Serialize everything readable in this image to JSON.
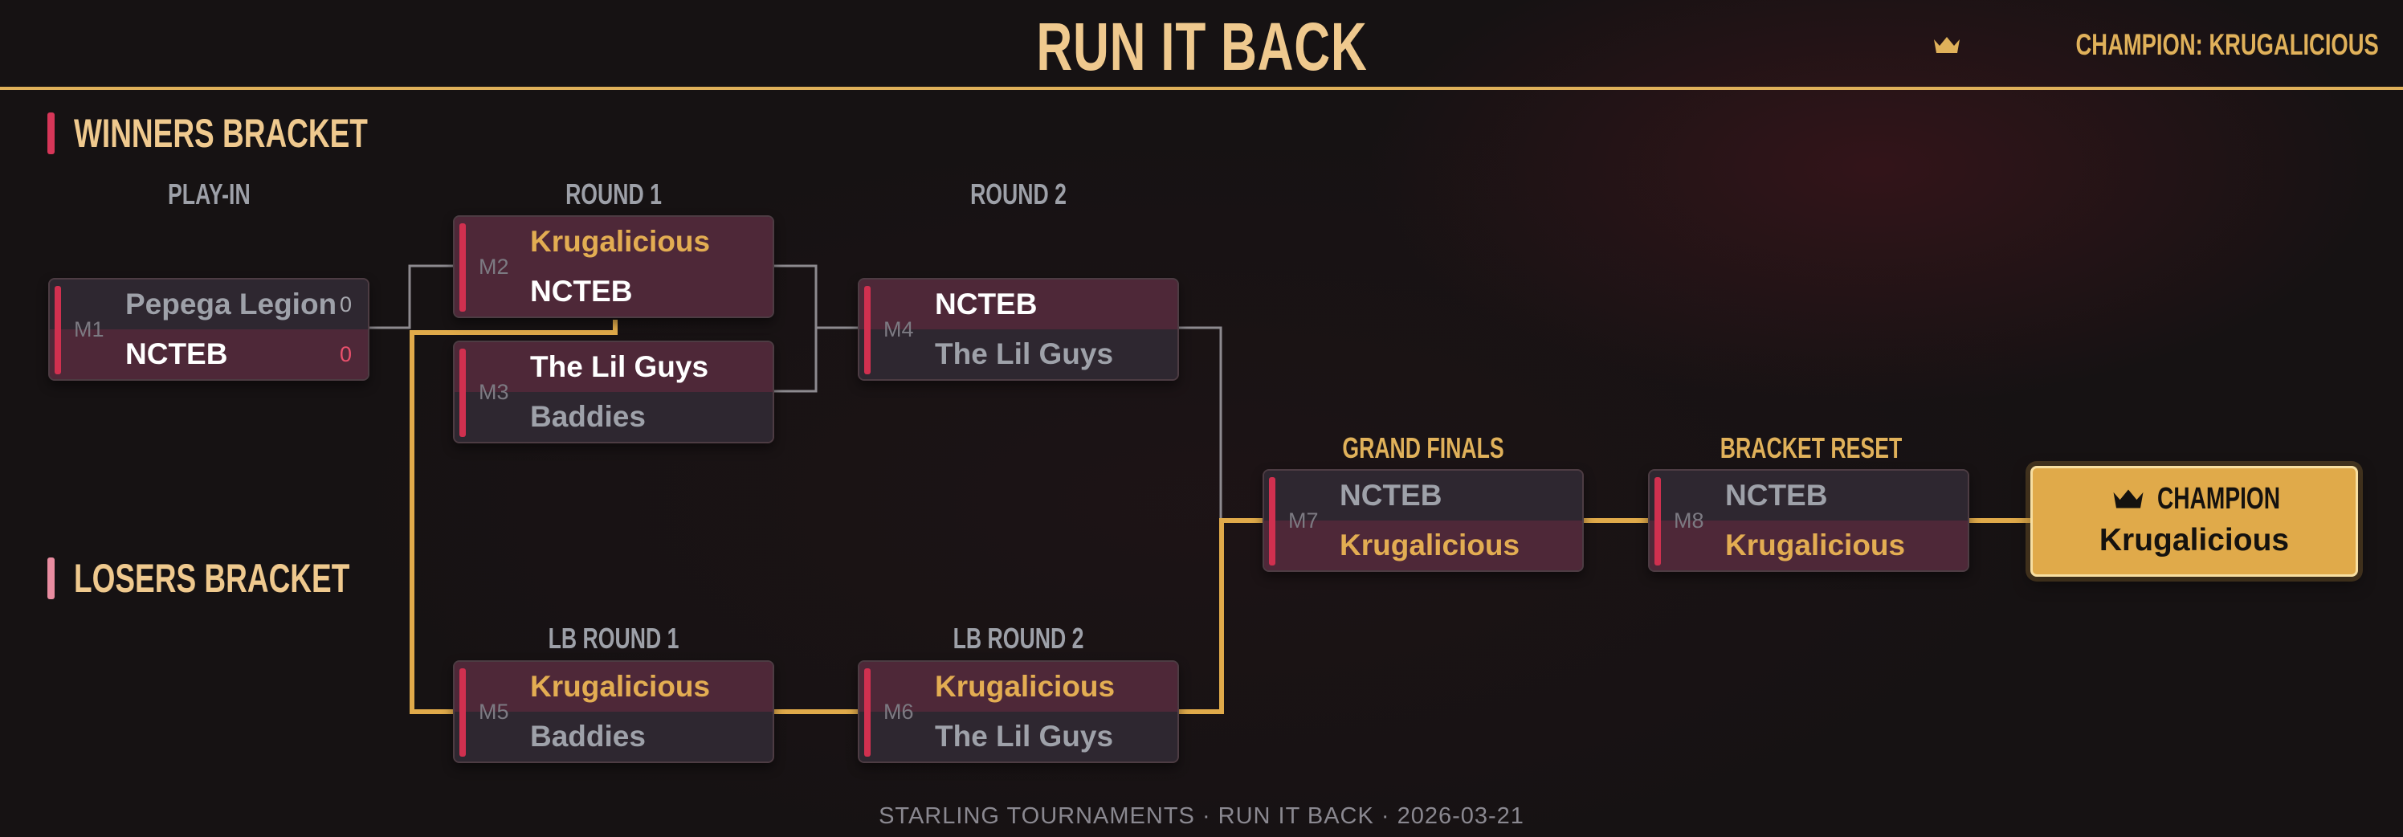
{
  "title": "RUN IT BACK",
  "champion_banner": {
    "icon": "crown-icon",
    "text": "CHAMPION: KRUGALICIOUS"
  },
  "sections": {
    "winners": "WINNERS BRACKET",
    "losers": "LOSERS BRACKET"
  },
  "rounds": {
    "play_in": "PLAY-IN",
    "round1": "ROUND 1",
    "round2": "ROUND 2",
    "lb_round1": "LB ROUND 1",
    "lb_round2": "LB ROUND 2",
    "grand_finals": "GRAND FINALS",
    "bracket_reset": "BRACKET RESET"
  },
  "matches": {
    "m1": {
      "id": "M1",
      "top": {
        "name": "Pepega Legion",
        "score": "0"
      },
      "bottom": {
        "name": "NCTEB",
        "score": "0"
      }
    },
    "m2": {
      "id": "M2",
      "top": {
        "name": "Krugalicious"
      },
      "bottom": {
        "name": "NCTEB"
      }
    },
    "m3": {
      "id": "M3",
      "top": {
        "name": "The Lil Guys"
      },
      "bottom": {
        "name": "Baddies"
      }
    },
    "m4": {
      "id": "M4",
      "top": {
        "name": "NCTEB"
      },
      "bottom": {
        "name": "The Lil Guys"
      }
    },
    "m5": {
      "id": "M5",
      "top": {
        "name": "Krugalicious"
      },
      "bottom": {
        "name": "Baddies"
      }
    },
    "m6": {
      "id": "M6",
      "top": {
        "name": "Krugalicious"
      },
      "bottom": {
        "name": "The Lil Guys"
      }
    },
    "m7": {
      "id": "M7",
      "top": {
        "name": "NCTEB"
      },
      "bottom": {
        "name": "Krugalicious"
      }
    },
    "m8": {
      "id": "M8",
      "top": {
        "name": "NCTEB"
      },
      "bottom": {
        "name": "Krugalicious"
      }
    }
  },
  "champion": {
    "label": "CHAMPION",
    "name": "Krugalicious"
  },
  "footer": "STARLING TOURNAMENTS  ·  RUN IT BACK  ·  2026-03-21",
  "colors": {
    "accent_gold": "#e0b15a",
    "accent_red": "#d0304f",
    "background": "#161213"
  }
}
